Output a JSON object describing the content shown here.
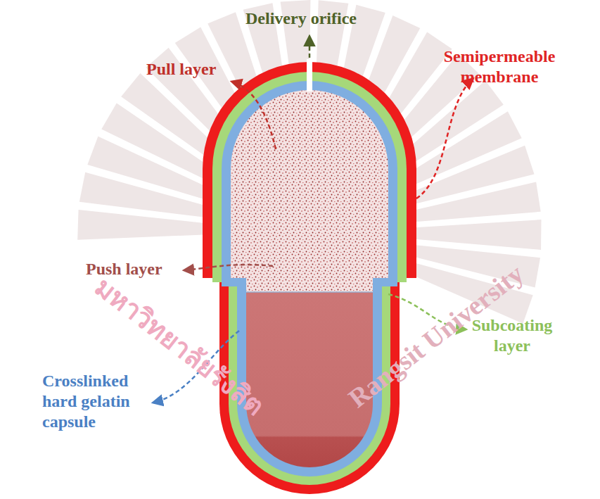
{
  "diagram": {
    "labels": [
      "Delivery orifice",
      "Semipermeable membrane",
      "Pull layer",
      "Push layer",
      "Subcoating layer",
      "Crosslinked hard gelatin capsule",
      "มหาวิทยาลัยรังสิต",
      "Rangsit University"
    ]
  }
}
